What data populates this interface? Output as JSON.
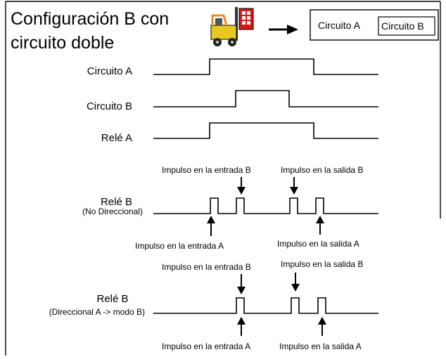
{
  "title": {
    "line1": "Configuración B con",
    "line2": "circuito doble"
  },
  "header_box": {
    "label_a": "Circuito A",
    "label_b": "Circuito B"
  },
  "icons": {
    "vehicle": "forklift-icon",
    "arrow": "right-arrow-icon"
  },
  "rows": {
    "circuit_a": {
      "label": "Circuito A"
    },
    "circuit_b": {
      "label": "Circuito B"
    },
    "relay_a": {
      "label": "Relé A"
    },
    "relay_b_nondir": {
      "label": "Relé B",
      "sublabel": "(No Direccional)"
    },
    "relay_b_dir": {
      "label": "Relé B",
      "sublabel": "(Direccional A -> modo B)"
    }
  },
  "annotations": {
    "pulse_entry_b_1": "Impulso en la entrada B",
    "pulse_exit_b_1": "Impulso en la salida B",
    "pulse_entry_a_1": "Impulso en la entrada A",
    "pulse_exit_a_1": "Impulso en la salida A",
    "pulse_entry_b_2": "Impulso en la entrada B",
    "pulse_exit_b_2": "Impulso en la salida B",
    "pulse_entry_a_2": "Impulso en la entrada A",
    "pulse_exit_a_2": "Impulso en la salida A"
  },
  "colors": {
    "vehicle_body": "#e8c81e",
    "vehicle_frame": "#f08a1c",
    "pallet_red": "#d81818"
  }
}
